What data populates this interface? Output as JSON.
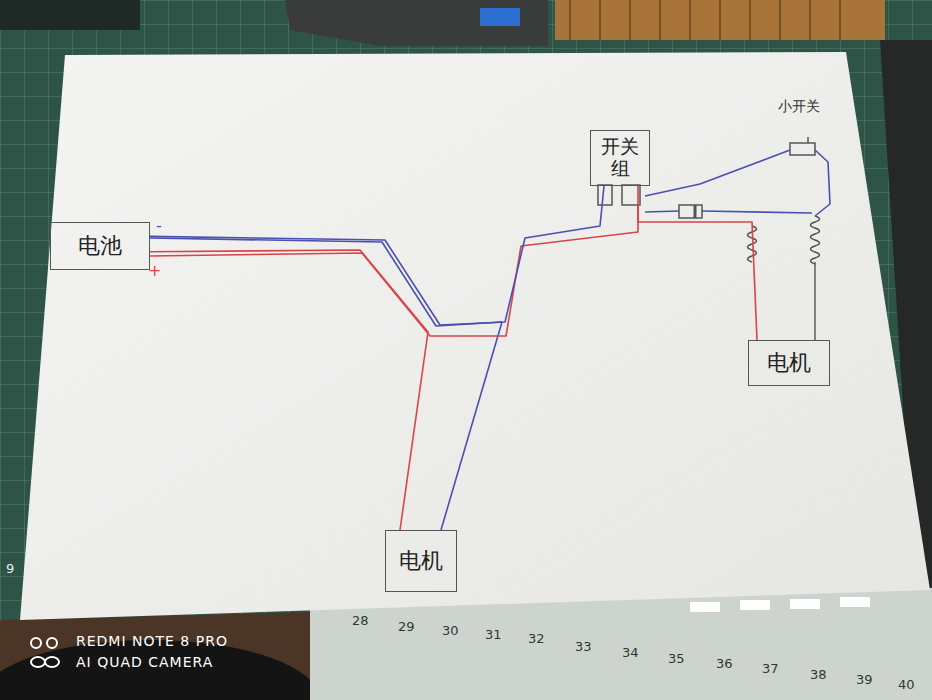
{
  "diagram": {
    "nodes": [
      {
        "text": [
          "电池"
        ]
      },
      {
        "text": [
          "开关组"
        ]
      },
      {
        "text": [
          "电机"
        ]
      },
      {
        "text": [
          "电机"
        ]
      }
    ],
    "edges": [
      {
        "from": 0,
        "to": 2,
        "arrow": "none"
      },
      {
        "from": 0,
        "to": 1,
        "arrow": "none"
      },
      {
        "from": 1,
        "to": 3,
        "arrow": "none"
      }
    ],
    "labels": [
      "-",
      "+",
      "小开关",
      "REDMI NOTE 8 PRO",
      "AI QUAD CAMERA",
      "9",
      "28",
      "29",
      "30",
      "31",
      "32",
      "33",
      "34",
      "35",
      "36",
      "37",
      "38",
      "39",
      "40"
    ]
  }
}
